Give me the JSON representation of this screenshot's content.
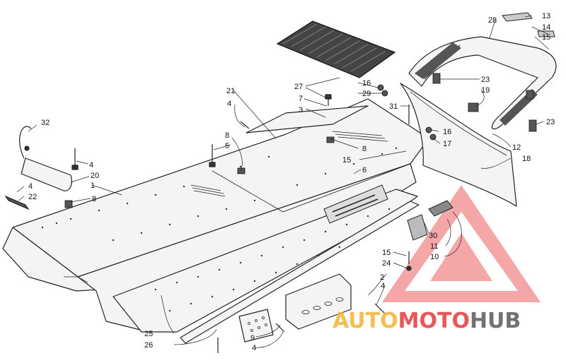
{
  "diagram": {
    "labels": {
      "l1": "1",
      "l2": "2",
      "l3": "3",
      "l4a": "4",
      "l4b": "4",
      "l4c": "4",
      "l4d": "4",
      "l4e": "4",
      "l5": "5",
      "l6": "6",
      "l7": "7",
      "l8a": "8",
      "l8b": "8",
      "l8c": "8",
      "l9": "9",
      "l10": "10",
      "l11": "11",
      "l12": "12",
      "l13": "13",
      "l14": "14",
      "l15a": "15",
      "l15b": "15",
      "l15c": "15",
      "l16a": "16",
      "l16b": "16",
      "l17": "17",
      "l18": "18",
      "l19": "19",
      "l20": "20",
      "l21": "21",
      "l22": "22",
      "l23a": "23",
      "l23b": "23",
      "l24": "24",
      "l25": "25",
      "l26": "26",
      "l27": "27",
      "l28": "28",
      "l29": "29",
      "l30": "30",
      "l31": "31",
      "l32": "32"
    }
  },
  "watermark": {
    "part1": "AUTO",
    "part2": "MOTO",
    "part3": "HUB",
    "colors": {
      "red": "#e8393a",
      "gold": "#f2b334",
      "gray": "#5a5a5a"
    }
  }
}
